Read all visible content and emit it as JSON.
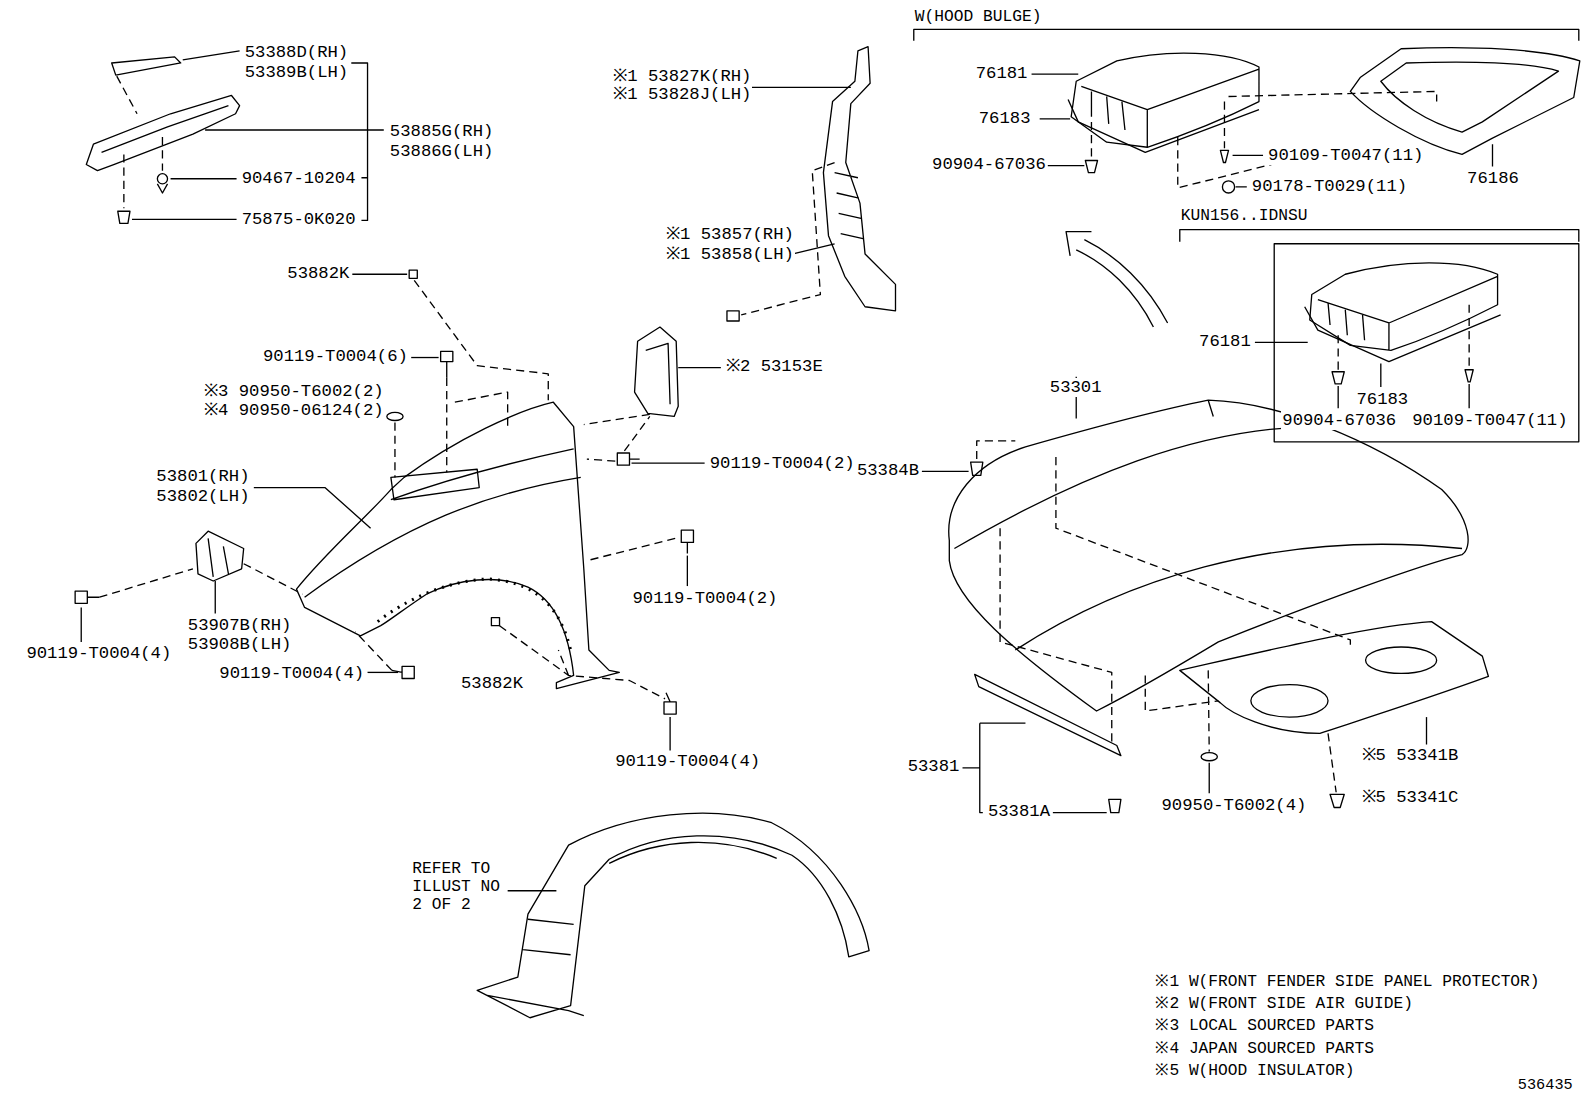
{
  "diagram": {
    "labels": [
      "53388D(RH)",
      "53389B(LH)",
      "53885G(RH)",
      "53886G(LH)",
      "90467-10204",
      "75875-0K020",
      "※1 53827K(RH)",
      "※1 53828J(LH)",
      "※1 53857(RH)",
      "※1 53858(LH)",
      "53882K",
      "90119-T0004(6)",
      "※2 53153E",
      "※3 90950-T6002(2)",
      "※4 90950-06124(2)",
      "53801(RH)",
      "53802(LH)",
      "90119-T0004(2)",
      "90119-T0004(2)",
      "53907B(RH)",
      "53908B(LH)",
      "90119-T0004(4)",
      "90119-T0004(4)",
      "53882K",
      "90119-T0004(4)",
      "REFER TO ILLUST NO 2 OF 2",
      "W(HOOD BULGE)",
      "76181",
      "76183",
      "90904-67036",
      "90109-T0047(11)",
      "90178-T0029(11)",
      "76186",
      "KUN156..IDNSU",
      "76181",
      "76183",
      "90904-67036",
      "90109-T0047(11)",
      "53301",
      "53384B",
      "53381",
      "53381A",
      "90950-T6002(4)",
      "※5 53341B",
      "※5 53341C",
      "※1 W(FRONT FENDER SIDE PANEL PROTECTOR)",
      "※2 W(FRONT SIDE AIR GUIDE)",
      "※3 LOCAL SOURCED PARTS",
      "※4 JAPAN SOURCED PARTS",
      "※5 W(HOOD INSULATOR)",
      "536435"
    ]
  }
}
